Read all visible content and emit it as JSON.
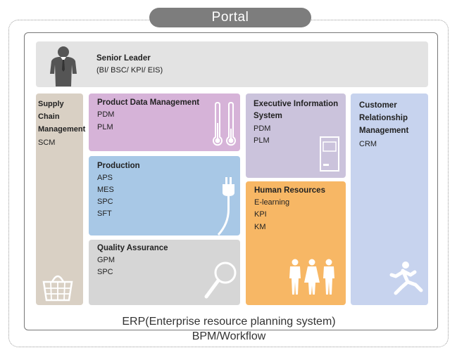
{
  "portal": {
    "label": "Portal"
  },
  "senior_leader": {
    "title": "Senior Leader",
    "subtitle": "(BI/ BSC/ KPI/ EIS)"
  },
  "modules": {
    "scm": {
      "title_lines": [
        "Supply",
        "Chain",
        "Management"
      ],
      "items": [
        "SCM"
      ]
    },
    "pdm": {
      "title": "Product Data Management",
      "items": [
        "PDM",
        "PLM"
      ]
    },
    "production": {
      "title": "Production",
      "items": [
        "APS",
        "MES",
        "SPC",
        "SFT"
      ]
    },
    "qa": {
      "title": "Quality Assurance",
      "items": [
        "GPM",
        "SPC"
      ]
    },
    "eis": {
      "title_lines": [
        "Executive Information",
        "System"
      ],
      "items": [
        "PDM",
        "PLM"
      ]
    },
    "hr": {
      "title": "Human Resources",
      "items": [
        "E-learning",
        "KPI",
        "KM"
      ]
    },
    "crm": {
      "title_lines": [
        "Customer",
        "Relationship",
        "Management"
      ],
      "items": [
        "CRM"
      ]
    }
  },
  "footer": {
    "erp": "ERP(Enterprise resource planning system)",
    "bpm": "BPM/Workflow"
  },
  "icons": [
    "businessman-icon",
    "thermometer-icon",
    "power-plug-icon",
    "magnifier-icon",
    "monitor-icon",
    "people-icon",
    "running-man-icon",
    "shopping-basket-icon"
  ],
  "colors": {
    "portal": "#7d7d7d",
    "senior_leader": "#e3e3e3",
    "scm": "#d9d0c4",
    "pdm": "#d6b3d8",
    "production": "#a8c8e6",
    "qa": "#d6d6d6",
    "eis": "#cbc3dc",
    "hr": "#f7b765",
    "crm": "#c7d3ee"
  }
}
